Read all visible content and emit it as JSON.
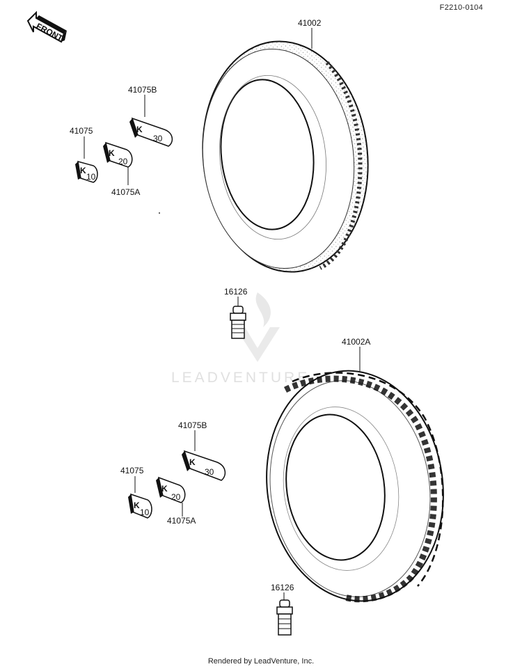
{
  "diagram_code": "F2210-0104",
  "front_arrow": {
    "label": "FRONT"
  },
  "watermark": {
    "text": "LEADVENTURE"
  },
  "parts": {
    "tire_front": "41002",
    "tire_rear": "41002A",
    "valve_top": "16126",
    "valve_bottom": "16126",
    "weight_top_b": "41075B",
    "weight_top": "41075",
    "weight_top_a": "41075A",
    "weight_bottom_b": "41075B",
    "weight_bottom": "41075",
    "weight_bottom_a": "41075A"
  },
  "weight_marks": {
    "brand": "K",
    "w10": "10",
    "w20": "20",
    "w30": "30"
  },
  "footer": "Rendered by LeadVenture, Inc."
}
